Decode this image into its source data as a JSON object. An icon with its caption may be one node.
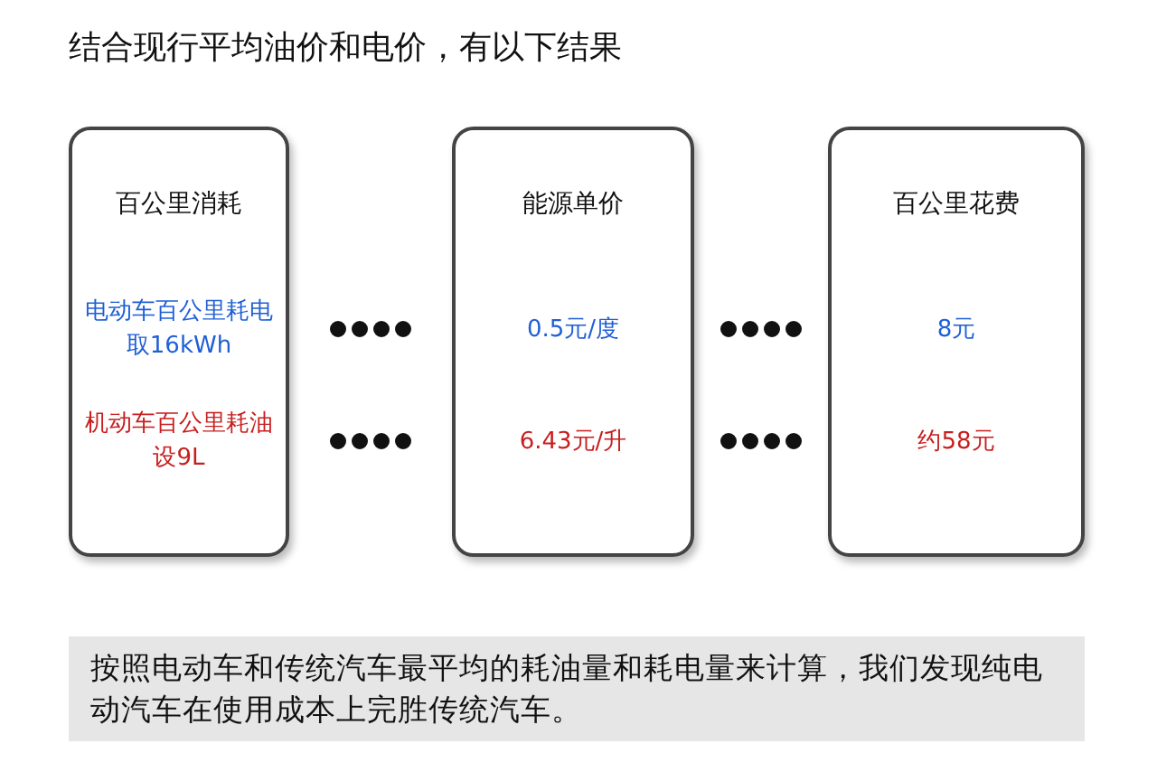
{
  "diagram": {
    "title": "结合现行平均油价和电价，有以下结果",
    "caption": "按照电动车和传统汽车最平均的耗油量和耗电量来计算，我们发现纯电动汽车在使用成本上完胜传统汽车。",
    "nodes": [
      {
        "text": [
          "百公里消耗"
        ]
      },
      {
        "text": [
          "电动车百公里耗电取16kWh"
        ],
        "in": 0
      },
      {
        "text": [
          "机动车百公里耗油设9L"
        ],
        "in": 0
      },
      {
        "text": [
          "能源单价"
        ]
      },
      {
        "text": [
          "0.5元/度"
        ],
        "in": 3
      },
      {
        "text": [
          "6.43元/升"
        ],
        "in": 3
      },
      {
        "text": [
          "百公里花费"
        ]
      },
      {
        "text": [
          "8元"
        ],
        "in": 6
      },
      {
        "text": [
          "约58元"
        ],
        "in": 6
      }
    ],
    "edges": [
      {
        "from": 1,
        "to": 4,
        "arrow": "none"
      },
      {
        "from": 4,
        "to": 7,
        "arrow": "none"
      },
      {
        "from": 2,
        "to": 5,
        "arrow": "none"
      },
      {
        "from": 5,
        "to": 8,
        "arrow": "none"
      }
    ]
  }
}
